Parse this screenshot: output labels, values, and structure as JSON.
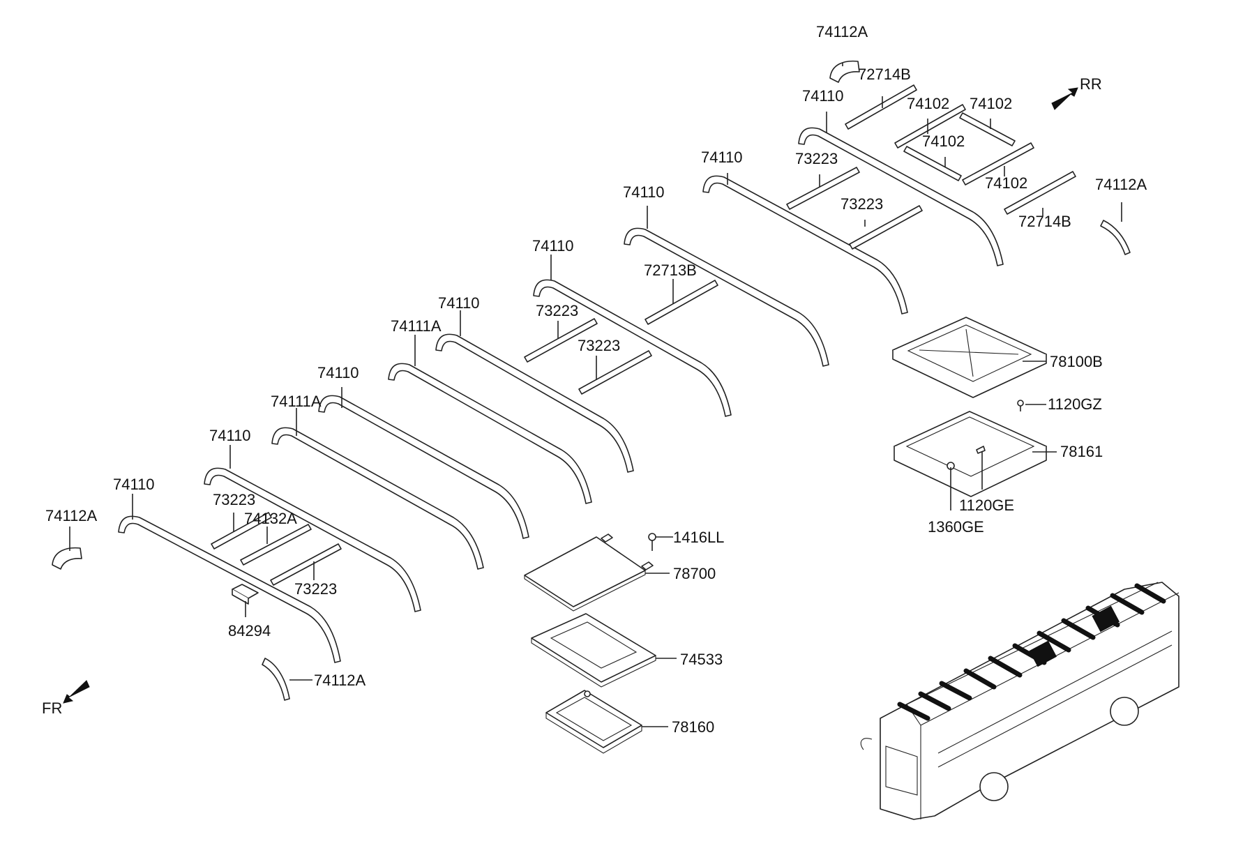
{
  "labels": {
    "l01": "74112A",
    "l02": "72714B",
    "l03": "RR",
    "l04": "74110",
    "l05": "74102",
    "l06": "74102",
    "l07": "74102",
    "l08": "74102",
    "l09": "74110",
    "l10": "73223",
    "l11": "73223",
    "l12": "74112A",
    "l13": "72714B",
    "l14": "74110",
    "l15": "72713B",
    "l16": "74110",
    "l17": "73223",
    "l18": "73223",
    "l19": "74110",
    "l20": "74111A",
    "l21": "78100B",
    "l22": "1120GZ",
    "l23": "74110",
    "l24": "74111A",
    "l25": "78161",
    "l26": "74110",
    "l27": "1120GE",
    "l28": "1360GE",
    "l29": "74110",
    "l30": "74112A",
    "l31": "73223",
    "l32": "74132A",
    "l33": "1416LL",
    "l34": "78700",
    "l35": "73223",
    "l36": "84294",
    "l37": "74533",
    "l38": "74112A",
    "l39": "FR",
    "l40": "78160"
  }
}
